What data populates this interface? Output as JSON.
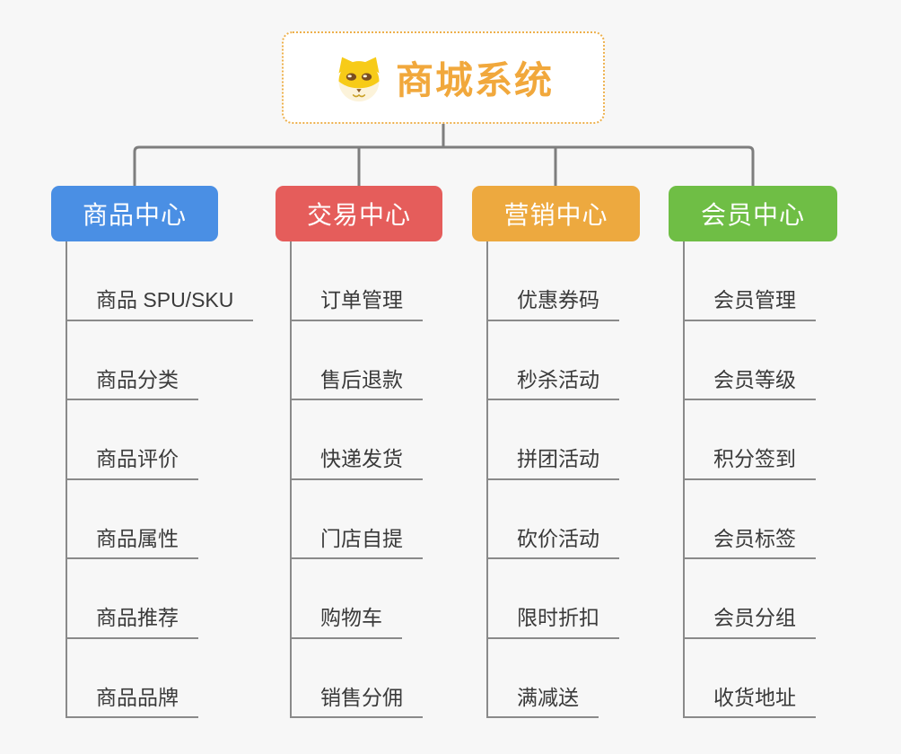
{
  "page": {
    "background": "#f7f7f7"
  },
  "root": {
    "title": "商城系统",
    "icon": "dog-face-icon",
    "text_color": "#f1a83c",
    "border_color": "#edb04c"
  },
  "connector_color": "#7e7e7e",
  "line_color": "#8a8a8a",
  "branches": [
    {
      "label": "商品中心",
      "color": "#4a8fe4",
      "items": [
        "商品 SPU/SKU",
        "商品分类",
        "商品评价",
        "商品属性",
        "商品推荐",
        "商品品牌"
      ]
    },
    {
      "label": "交易中心",
      "color": "#e55d5b",
      "items": [
        "订单管理",
        "售后退款",
        "快递发货",
        "门店自提",
        "购物车",
        "销售分佣"
      ]
    },
    {
      "label": "营销中心",
      "color": "#eda93f",
      "items": [
        "优惠券码",
        "秒杀活动",
        "拼团活动",
        "砍价活动",
        "限时折扣",
        "满减送"
      ]
    },
    {
      "label": "会员中心",
      "color": "#6fbe45",
      "items": [
        "会员管理",
        "会员等级",
        "积分签到",
        "会员标签",
        "会员分组",
        "收货地址"
      ]
    }
  ]
}
